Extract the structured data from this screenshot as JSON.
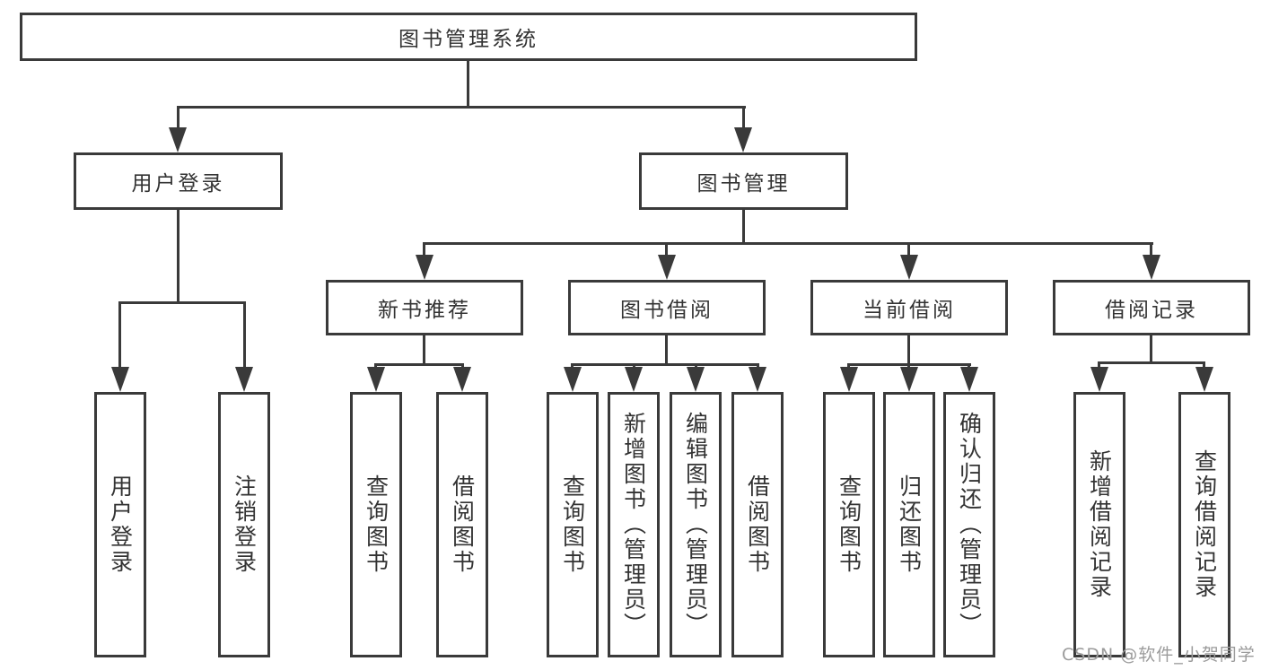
{
  "tree": {
    "root": {
      "label": "图书管理系统"
    },
    "branches": [
      {
        "label": "用户登录",
        "children": [
          {
            "label": "用户登录"
          },
          {
            "label": "注销登录"
          }
        ]
      },
      {
        "label": "图书管理",
        "sections": [
          {
            "label": "新书推荐",
            "children": [
              {
                "label": "查询图书"
              },
              {
                "label": "借阅图书"
              }
            ]
          },
          {
            "label": "图书借阅",
            "children": [
              {
                "label": "查询图书"
              },
              {
                "label": "新增图书（管理员）"
              },
              {
                "label": "编辑图书（管理员）"
              },
              {
                "label": "借阅图书"
              }
            ]
          },
          {
            "label": "当前借阅",
            "children": [
              {
                "label": "查询图书"
              },
              {
                "label": "归还图书"
              },
              {
                "label": "确认归还（管理员）"
              }
            ]
          },
          {
            "label": "借阅记录",
            "children": [
              {
                "label": "新增借阅记录"
              },
              {
                "label": "查询借阅记录"
              }
            ]
          }
        ]
      }
    ]
  },
  "watermark": "CSDN @软件_小贺同学",
  "colors": {
    "line": "#3a3a3a",
    "text": "#333333",
    "watermark": "#9b9b9b",
    "background": "#ffffff"
  }
}
